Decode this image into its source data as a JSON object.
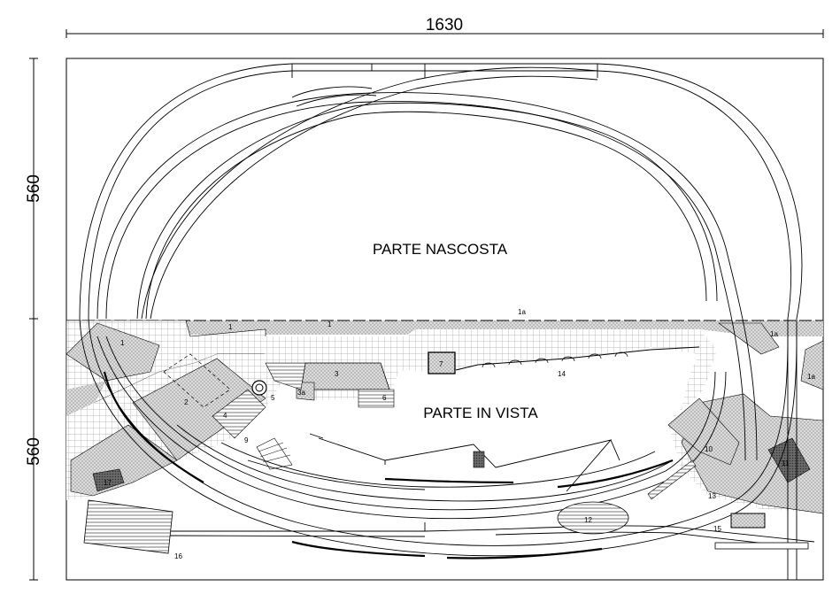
{
  "dimensions": {
    "width": "1630",
    "height_hidden": "560",
    "height_visible": "560"
  },
  "sections": {
    "hidden": "PARTE NASCOSTA",
    "visible": "PARTE IN VISTA"
  },
  "labels": {
    "l1a_top": "1a",
    "l1a_right": "1a",
    "l1a_far": "1a",
    "l1_left": "1",
    "l1_mid1": "1",
    "l1_mid2": "1",
    "l2": "2",
    "l3": "3",
    "l3a": "3a",
    "l4": "4",
    "l5": "5",
    "l6": "6",
    "l7": "7",
    "l9": "9",
    "l10": "10",
    "l11": "11",
    "l12": "12",
    "l13": "13",
    "l14": "14",
    "l15": "15",
    "l16": "16",
    "l17": "17"
  },
  "colors": {
    "line": "#000000",
    "pattern": "#9a9a9a",
    "fill": "#e8e8e8",
    "background": "#ffffff"
  }
}
